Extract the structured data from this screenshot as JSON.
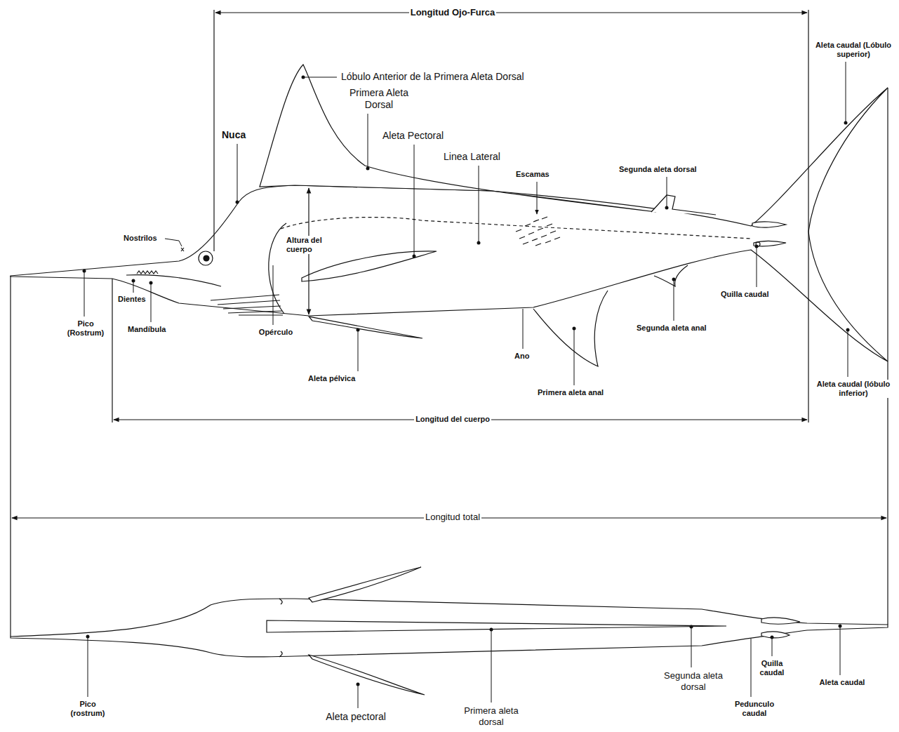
{
  "diagram": {
    "labels": [
      "Longitud Ojo-Furca",
      "Aleta caudal (Lóbulo superior)",
      "Lóbulo Anterior de la Primera Aleta Dorsal",
      "Primera Aleta Dorsal",
      "Nuca",
      "Aleta Pectoral",
      "Linea Lateral",
      "Escamas",
      "Segunda aleta dorsal",
      "Nostrilos",
      "Altura del cuerpo",
      "Pico (Rostrum)",
      "Dientes",
      "Mandíbula",
      "Opérculo",
      "Quilla caudal",
      "Segunda aleta anal",
      "Ano",
      "Primera aleta anal",
      "Aleta pélvica",
      "Aleta caudal (lóbulo inferior)",
      "Longitud del cuerpo",
      "Longitud total",
      "Pico (rostrum)",
      "Aleta pectoral",
      "Primera aleta dorsal",
      "Segunda aleta dorsal",
      "Pedunculo caudal",
      "Quilla caudal",
      "Aleta caudal"
    ]
  }
}
